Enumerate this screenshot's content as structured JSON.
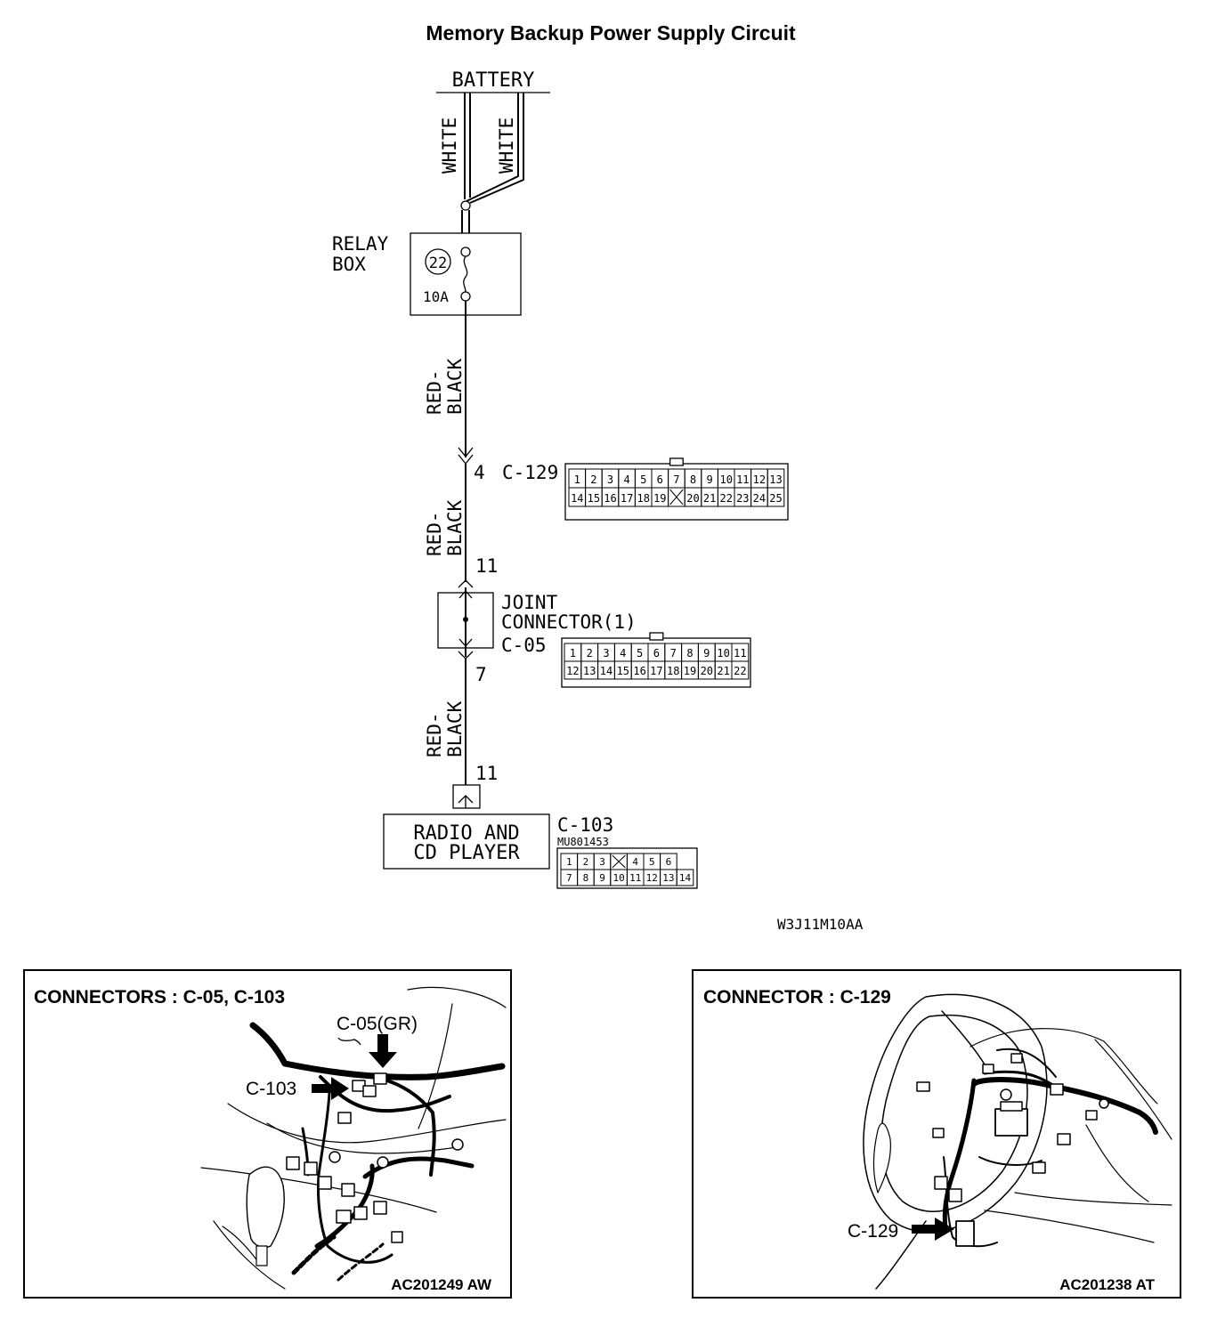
{
  "title": "Memory Backup  Power Supply Circuit",
  "battery": {
    "label": "BATTERY",
    "wires": [
      "WHITE",
      "WHITE"
    ]
  },
  "relay_box": {
    "label_lines": [
      "RELAY",
      "BOX"
    ],
    "fuse_no": "22",
    "fuse_rating": "10A"
  },
  "wire_colors": {
    "seg1": [
      "RED-",
      "BLACK"
    ],
    "seg2": [
      "RED-",
      "BLACK"
    ],
    "seg3": [
      "RED-",
      "BLACK"
    ]
  },
  "c129": {
    "id": "C-129",
    "pin": "4",
    "row1": [
      "1",
      "2",
      "3",
      "4",
      "5",
      "6",
      "7",
      "8",
      "9",
      "10",
      "11",
      "12",
      "13"
    ],
    "row2": [
      "14",
      "15",
      "16",
      "17",
      "18",
      "19",
      "",
      "20",
      "21",
      "22",
      "23",
      "24",
      "25"
    ]
  },
  "joint": {
    "pin_in": "11",
    "pin_out": "7",
    "label_lines": [
      "JOINT",
      "CONNECTOR(1)"
    ],
    "id": "C-05",
    "row1": [
      "1",
      "2",
      "3",
      "4",
      "5",
      "6",
      "7",
      "8",
      "9",
      "10",
      "11"
    ],
    "row2": [
      "12",
      "13",
      "14",
      "15",
      "16",
      "17",
      "18",
      "19",
      "20",
      "21",
      "22"
    ]
  },
  "radio": {
    "pin": "11",
    "label_lines": [
      "RADIO AND",
      "CD PLAYER"
    ],
    "id": "C-103",
    "part_no": "MU801453",
    "row1": [
      "1",
      "2",
      "3",
      "",
      "4",
      "5",
      "6"
    ],
    "row2": [
      "7",
      "8",
      "9",
      "10",
      "11",
      "12",
      "13",
      "14"
    ]
  },
  "diagram_code": "W3J11M10AA",
  "panel_left": {
    "title": "CONNECTORS : C-05, C-103",
    "callout_c05": "C-05(GR)",
    "callout_c103": "C-103",
    "code": "AC201249 AW"
  },
  "panel_right": {
    "title": "CONNECTOR : C-129",
    "callout_c129": "C-129",
    "code": "AC201238  AT"
  }
}
